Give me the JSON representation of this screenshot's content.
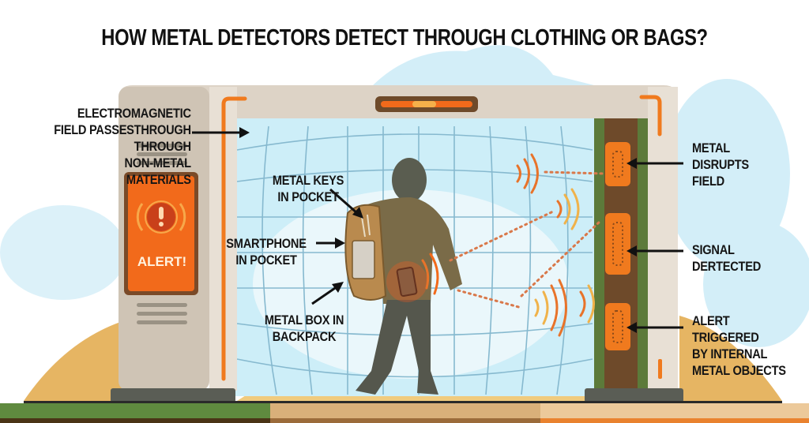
{
  "title": "HOW METAL DETECTORS DETECT THROUGH CLOTHING OR BAGS?",
  "labels": {
    "electromagnetic_field": "ELECTROMAGNETIC\nFIELD PASSESTHROUGH\nTHROUGH\nNON-METAL\nMATERIALS",
    "metal_keys": "METAL KEYS\nIN POCKET",
    "smartphone": "SMARTPHONE\nIN POCKET",
    "metal_box": "METAL BOX IN\nBACKPACK",
    "metal_disrupts": "METAL\nDISRUPTS\nFIELD",
    "signal_detected": "SIGNAL\nDERTECTED",
    "alert_triggered": "ALERT\nTRIGGERED\nBY INTERNAL\nMETAL OBJECTS"
  },
  "alert_panel": {
    "text": "ALERT!",
    "icon": "exclamation-alert-icon"
  },
  "colors": {
    "frame": "#ddd3c6",
    "frame_shadow": "#c9bcaa",
    "accent_orange": "#f07a1e",
    "alert_panel": "#f26a1b",
    "field_blue": "#cdeef8",
    "grid_line": "#7fb3c9",
    "person": "#5a5d50",
    "backpack": "#b98a4e",
    "right_pillar_green": "#5c7a3a",
    "right_pillar_brown": "#6e4a2a",
    "sand": "#e9bf6d",
    "ground_green": "#5f8a3f",
    "ground_tan": "#d9b07a",
    "ground_orange": "#e9822f"
  }
}
